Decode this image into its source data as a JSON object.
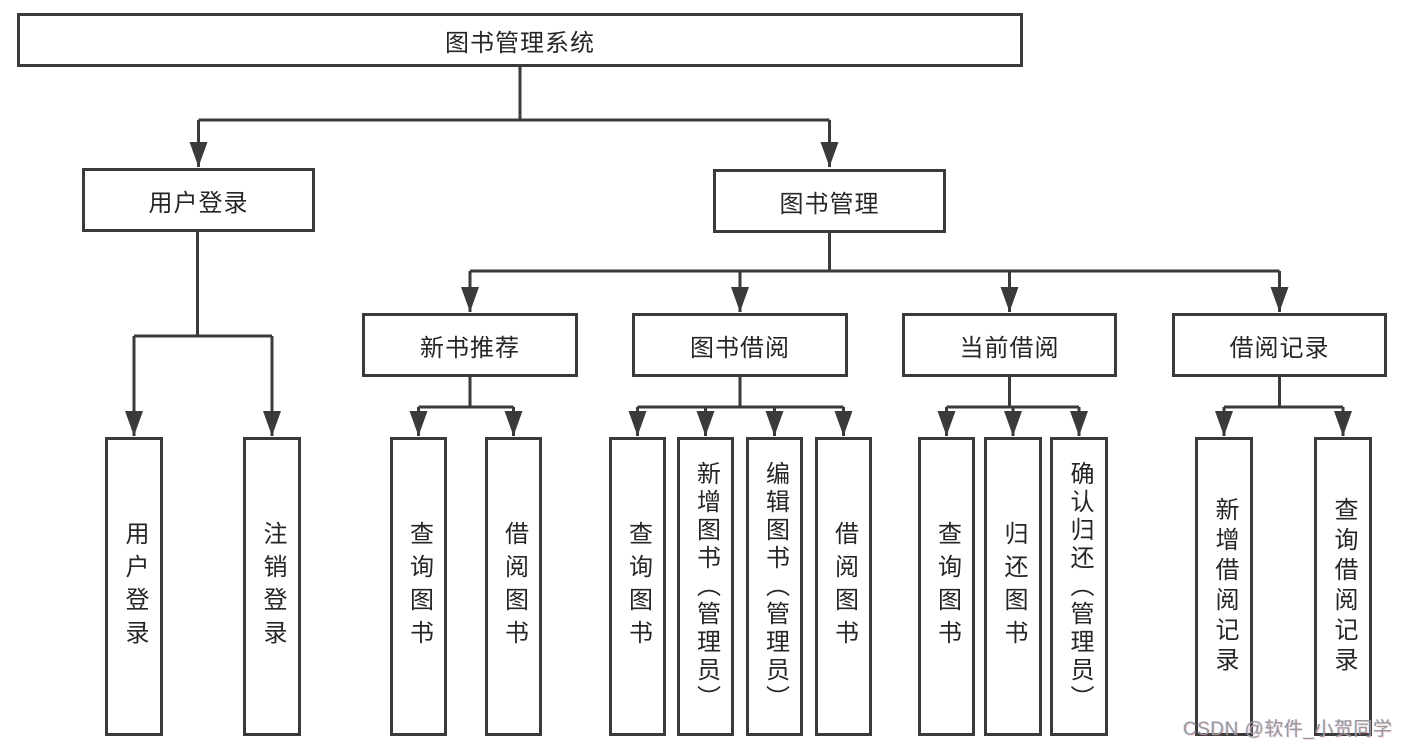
{
  "diagram": {
    "root": {
      "label": "图书管理系统"
    },
    "level1": [
      {
        "label": "用户登录"
      },
      {
        "label": "图书管理"
      }
    ],
    "level2": [
      {
        "label": "新书推荐"
      },
      {
        "label": "图书借阅"
      },
      {
        "label": "当前借阅"
      },
      {
        "label": "借阅记录"
      }
    ],
    "leaves": [
      {
        "label": "用户登录"
      },
      {
        "label": "注销登录"
      },
      {
        "label": "查询图书"
      },
      {
        "label": "借阅图书"
      },
      {
        "label": "查询图书"
      },
      {
        "label": "新增图书（管理员）"
      },
      {
        "label": "编辑图书（管理员）"
      },
      {
        "label": "借阅图书"
      },
      {
        "label": "查询图书"
      },
      {
        "label": "归还图书"
      },
      {
        "label": "确认归还（管理员）"
      },
      {
        "label": "新增借阅记录"
      },
      {
        "label": "查询借阅记录"
      }
    ],
    "colors": {
      "line": "#3a3a3a",
      "box_border": "#3a3a3a",
      "box_fill": "#ffffff",
      "text": "#262626"
    }
  },
  "watermark": {
    "text": "CSDN @软件_小贺同学",
    "color": "#95989d"
  }
}
